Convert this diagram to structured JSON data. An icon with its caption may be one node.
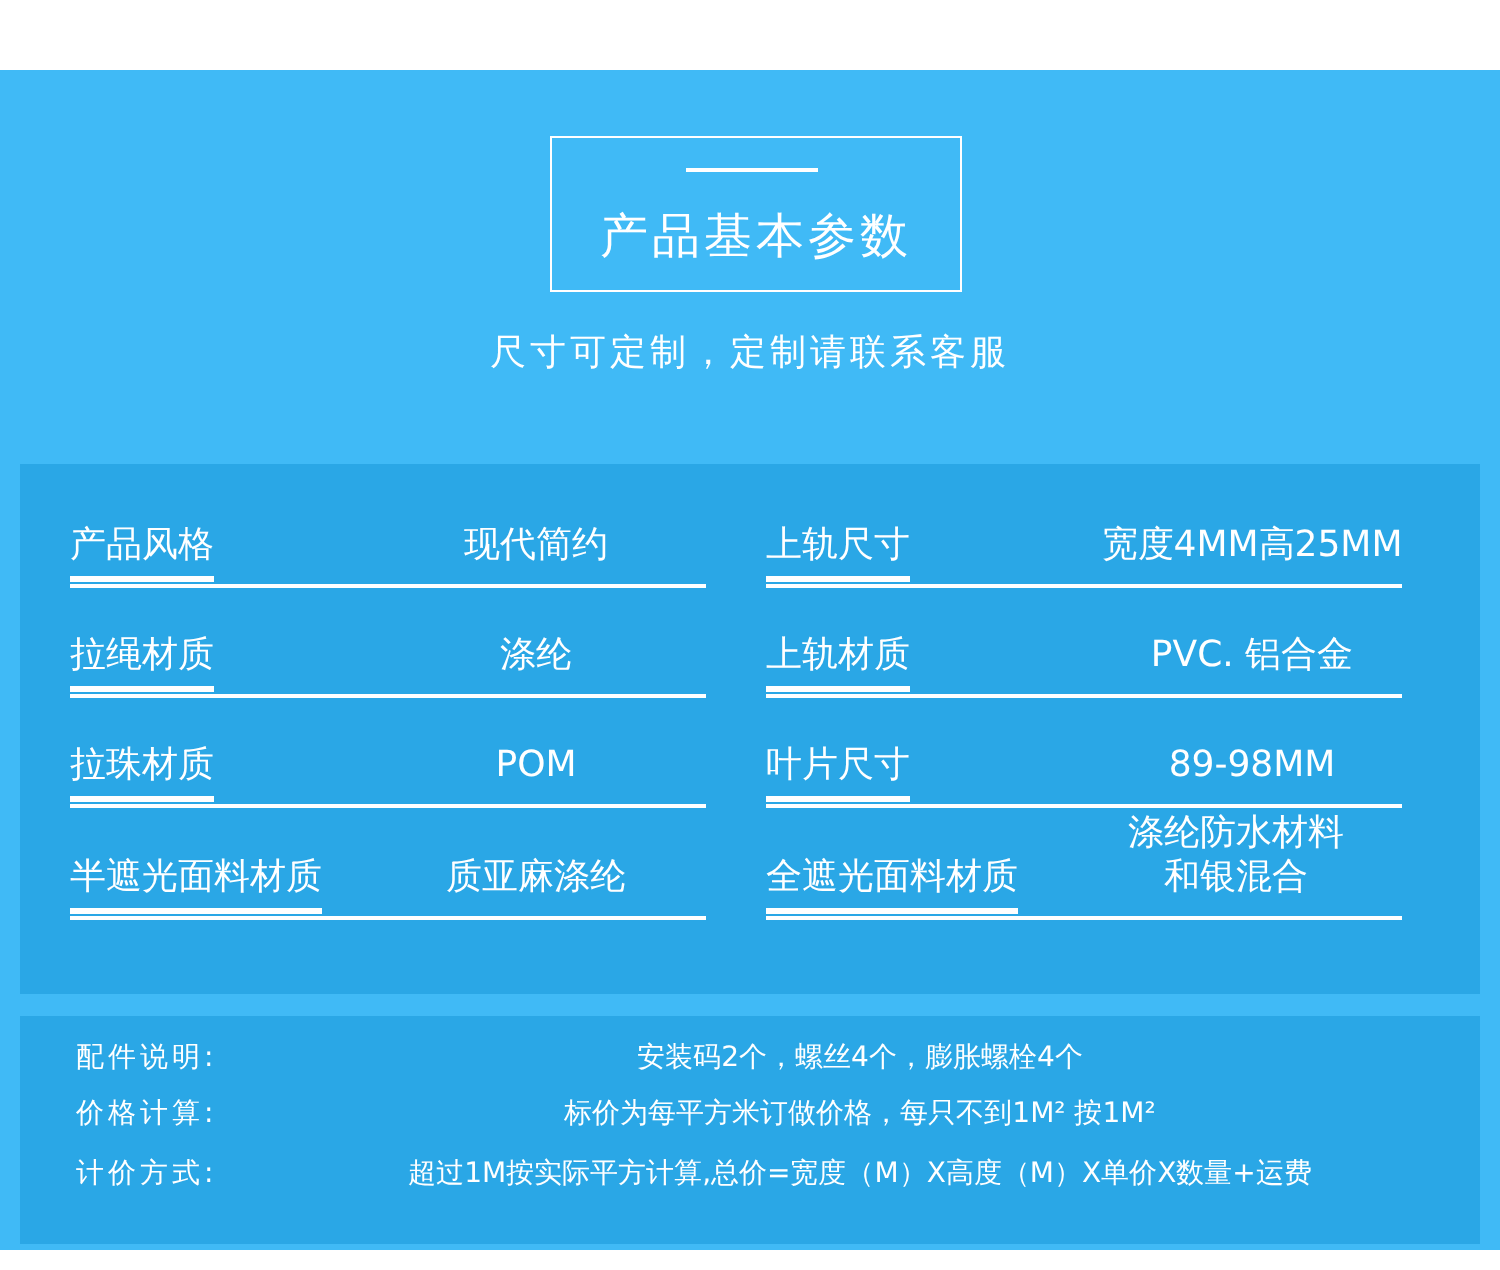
{
  "diagram": {
    "title": "产品基本参数",
    "labels": [
      "尺寸可定制，定制请联系客服",
      "产品风格",
      "现代简约",
      "上轨尺寸",
      "宽度4MM高25MM",
      "拉绳材质",
      "涤纶",
      "上轨材质",
      "PVC. 铝合金",
      "拉珠材质",
      "POM",
      "叶片尺寸",
      "89-98MM",
      "半遮光面料材质",
      "质亚麻涤纶",
      "全遮光面料材质",
      "涤纶防水材料和银混合",
      "配件说明:",
      "安装码2个，螺丝4个，膨胀螺栓4个",
      "价格计算:",
      "标价为每平方米订做价格，每只不到1M² 按1M²",
      "计价方式:",
      "超过1M按实际平方计算,总价=宽度（M）X高度（M）X单价X数量+运费"
    ]
  }
}
